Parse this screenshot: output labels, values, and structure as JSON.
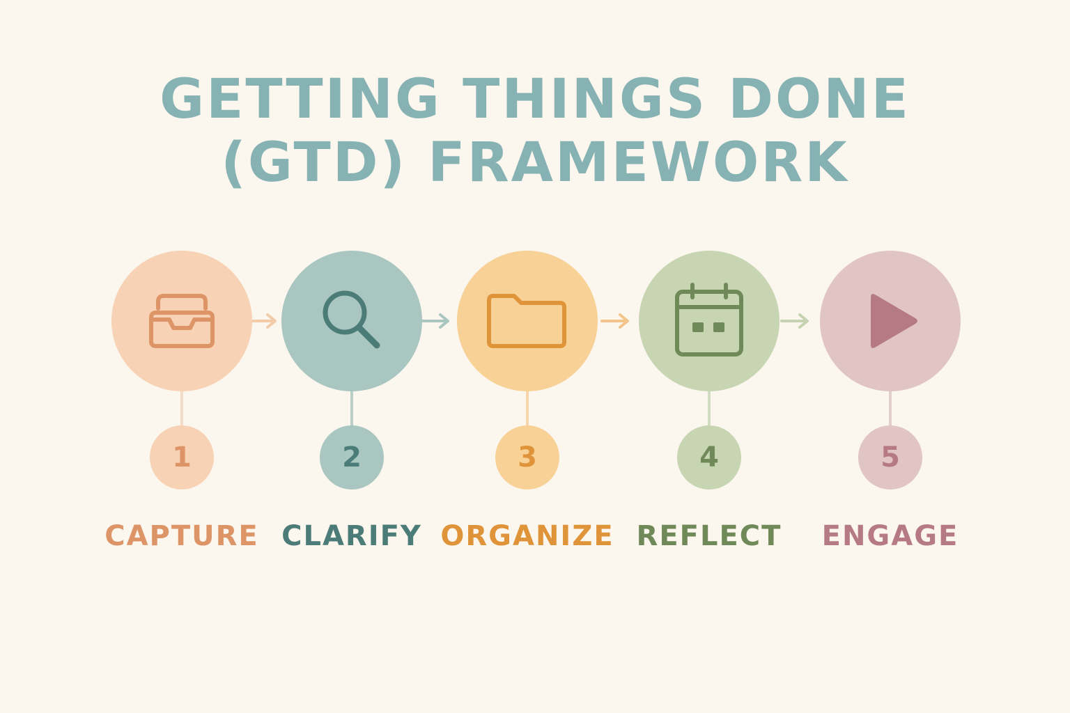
{
  "title": {
    "line1": "GETTING THINGS DONE",
    "line2": "(GTD) FRAMEWORK"
  },
  "steps": [
    {
      "number": "1",
      "label": "CAPTURE",
      "icon": "inbox-tray-icon",
      "fill": "#f7d2b4",
      "accent": "#dd9466",
      "connector": "#f3dcc7"
    },
    {
      "number": "2",
      "label": "CLARIFY",
      "icon": "magnifier-icon",
      "fill": "#a9c6c1",
      "accent": "#4c7c78",
      "connector": "#b8cfca"
    },
    {
      "number": "3",
      "label": "ORGANIZE",
      "icon": "folder-icon",
      "fill": "#f8d196",
      "accent": "#e0943a",
      "connector": "#f4d6aa"
    },
    {
      "number": "4",
      "label": "REFLECT",
      "icon": "calendar-icon",
      "fill": "#c8d5b2",
      "accent": "#6f8a58",
      "connector": "#d1dcc0"
    },
    {
      "number": "5",
      "label": "ENGAGE",
      "icon": "play-icon",
      "fill": "#e1c5c5",
      "accent": "#b57a84",
      "connector": "#e3cfce"
    }
  ],
  "arrows": [
    {
      "color": "#f2cba8"
    },
    {
      "color": "#a9c6c1"
    },
    {
      "color": "#f2c48a"
    },
    {
      "color": "#c6d3b0"
    }
  ]
}
